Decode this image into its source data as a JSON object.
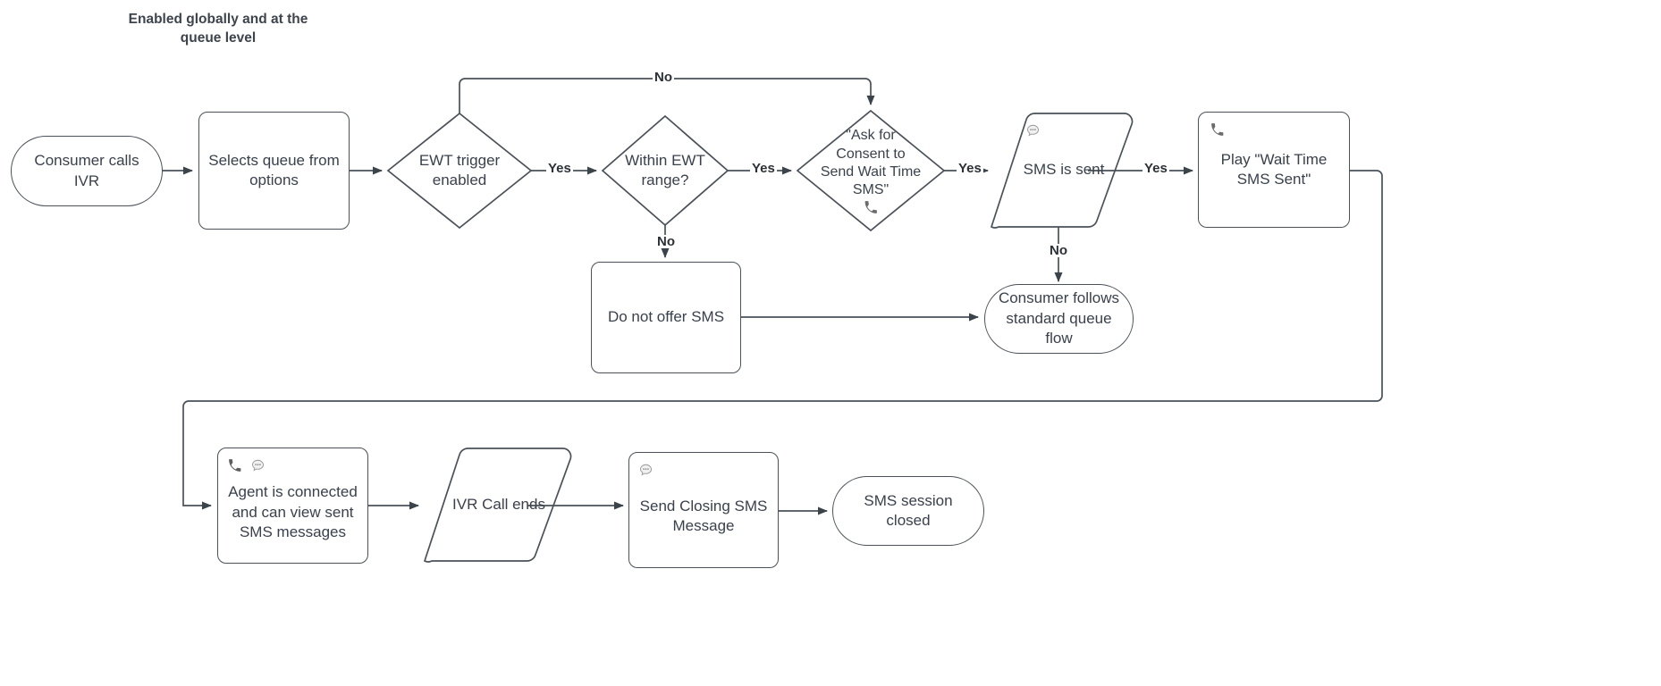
{
  "title": {
    "text": "Enabled globally and at the\nqueue level"
  },
  "colors": {
    "stroke": "#4a5159",
    "text": "#39414d",
    "label": "#2b3137",
    "background": "#ffffff"
  },
  "nodes": [
    {
      "id": "consumer-calls-ivr",
      "label": "Consumer calls\nIVR",
      "shape": "stadium",
      "icons": []
    },
    {
      "id": "selects-queue",
      "label": "Selects queue from\noptions",
      "shape": "rect",
      "icons": []
    },
    {
      "id": "ewt-trigger-enabled",
      "label": "EWT trigger\nenabled",
      "shape": "diamond",
      "icons": []
    },
    {
      "id": "within-ewt-range",
      "label": "Within EWT\nrange?",
      "shape": "diamond",
      "icons": []
    },
    {
      "id": "ask-for-consent",
      "label": "\"Ask for\nConsent to\nSend Wait Time\nSMS\"",
      "shape": "diamond",
      "icons": [
        "phone-icon"
      ]
    },
    {
      "id": "sms-is-sent",
      "label": "SMS is sent",
      "shape": "parallelogram",
      "icons": [
        "chat-icon"
      ]
    },
    {
      "id": "play-wait-time-sms-sent",
      "label": "Play \"Wait Time\nSMS Sent\"",
      "shape": "rect",
      "icons": [
        "phone-icon"
      ]
    },
    {
      "id": "do-not-offer-sms",
      "label": "Do not offer SMS",
      "shape": "rect",
      "icons": []
    },
    {
      "id": "consumer-follows-queue",
      "label": "Consumer follows\nstandard queue flow",
      "shape": "stadium",
      "icons": []
    },
    {
      "id": "agent-connected",
      "label": "Agent is connected\nand can view sent\nSMS messages",
      "shape": "rect",
      "icons": [
        "phone-icon",
        "chat-icon"
      ]
    },
    {
      "id": "ivr-call-ends",
      "label": "IVR Call ends",
      "shape": "parallelogram",
      "icons": []
    },
    {
      "id": "send-closing-sms",
      "label": "Send Closing SMS\nMessage",
      "shape": "rect",
      "icons": [
        "chat-icon"
      ]
    },
    {
      "id": "sms-session-closed",
      "label": "SMS session closed",
      "shape": "stadium",
      "icons": []
    }
  ],
  "edge_labels": [
    {
      "id": "edge-label-no-ewt-trigger",
      "text": "No"
    },
    {
      "id": "edge-label-yes-ewt-trigger",
      "text": "Yes"
    },
    {
      "id": "edge-label-yes-within-range",
      "text": "Yes"
    },
    {
      "id": "edge-label-no-within-range",
      "text": "No"
    },
    {
      "id": "edge-label-yes-consent",
      "text": "Yes"
    },
    {
      "id": "edge-label-yes-sms-sent",
      "text": "Yes"
    },
    {
      "id": "edge-label-no-sms-sent",
      "text": "No"
    }
  ],
  "icons": {
    "phone-icon": "phone-handset",
    "chat-icon": "speech-bubble-ellipsis"
  }
}
